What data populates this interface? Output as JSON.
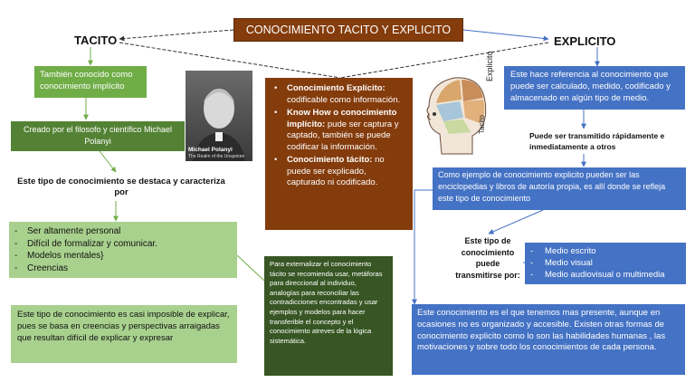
{
  "title": "CONOCIMIENTO TACITO Y EXPLICITO",
  "left_heading": "TACITO",
  "right_heading": "EXPLICITO",
  "tacito": {
    "also_known": "También conocido como conocimiento implícito",
    "created_by": "Creado por el filosofo y científico Michael Polanyi",
    "characterized": "Este tipo de conocimiento se destaca  y caracteriza por",
    "traits": [
      "Ser altamente personal",
      "Difícil de formalizar y comunicar.",
      "Modelos mentales}",
      "Creencias"
    ],
    "impossible": "Este tipo de conocimiento es casi imposible de explicar, pues se basa en creencias y perspectivas arraigadas que resultan difícil de explicar y expresar"
  },
  "photo": {
    "caption_name": "Michael Polanyi",
    "caption_sub": "The Realm of the Unspoken"
  },
  "center": {
    "items": [
      {
        "head": "Conocimiento Explícito:",
        "body": "codificable como información."
      },
      {
        "head": "Know How o conocimiento implícito:",
        "body": "pude ser captura y captado, también se puede codificar la información."
      },
      {
        "head": "Conocimiento tácito:",
        "body": "no puede ser explicado, capturado ni codificado."
      }
    ]
  },
  "externalize": "Para externalizar el conocimiento tácito se recomienda usar, metáforas para direccional al individuo, analogías para reconciliar las contradicciones encontradas y usar ejemplos y modelos para hacer transferible el concepto y el conocimiento atreves de la lógica sistemática.",
  "head_labels": {
    "explicito": "Explicito",
    "tacito": "Tacito"
  },
  "explicito": {
    "definition": "Este hace referencia al conocimiento que puede ser calculado, medido, codificado y almacenado en algún tipo de medio.",
    "transmitted": "Puede ser transmitido rápidamente e inmediatamente a otros",
    "example": "Como ejemplo de conocimiento explicito pueden ser las enciclopedias y libros de autoría propia, es allí donde se refleja este tipo de conocimiento",
    "transmit_label": "Este tipo de conocimiento puede transmitirse por:",
    "media": [
      "Medio escrito",
      "Medio visual",
      "Medio audiovisual o multimedia"
    ],
    "present": "Este conocimiento es el que tenemos mas presente, aunque en ocasiones no es organizado y accesible. Existen otras formas de conocimiento explicito como lo son las habilidades humanas , las motivaciones y sobre todo los conocimientos de cada persona."
  },
  "colors": {
    "title_bg": "#843C0C",
    "light_green": "#A9D18E",
    "mid_green": "#70AD47",
    "dark_green": "#548235",
    "forest": "#375623",
    "brown": "#843C0C",
    "blue": "#4472C4"
  }
}
